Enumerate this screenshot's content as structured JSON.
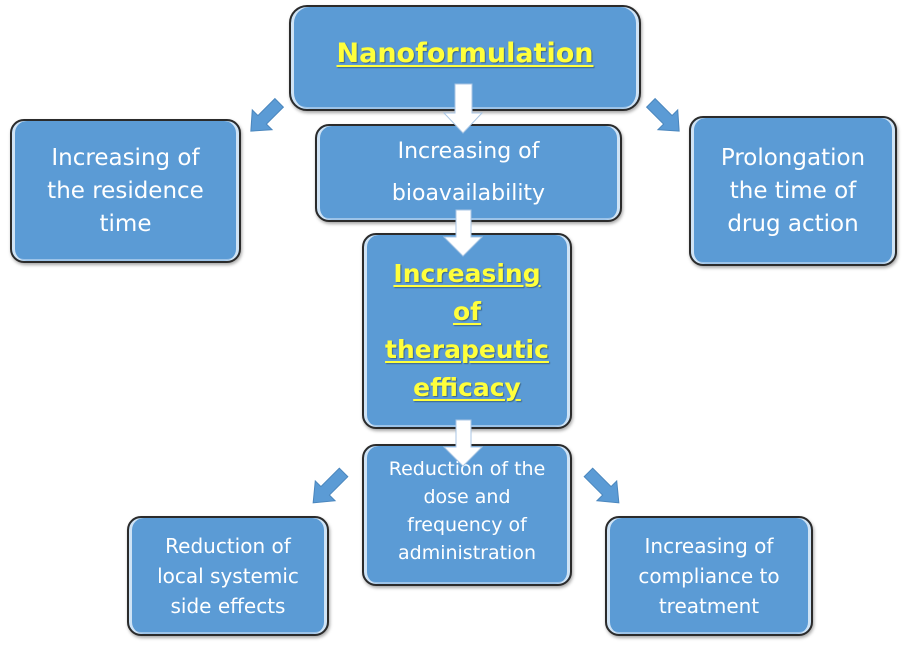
{
  "diagram": {
    "type": "flowchart",
    "colors": {
      "box_fill": "#5b9bd5",
      "box_border": "#2b2b2b",
      "box_text": "#ffffff",
      "highlight_text": "#ffff3c",
      "arrow_blue": "#5b9bd5",
      "arrow_white": "#ffffff"
    },
    "nodes": {
      "nanoformulation": {
        "label": "Nanoformulation",
        "highlighted": true
      },
      "bioavailability": {
        "label": "Increasing of\nbioavailability",
        "highlighted": false
      },
      "residence_time": {
        "label": "Increasing of\nthe residence\ntime",
        "highlighted": false
      },
      "prolongation": {
        "label": "Prolongation\nthe time of\ndrug action",
        "highlighted": false
      },
      "therapeutic_efficacy": {
        "label": "Increasing\nof\ntherapeutic\nefficacy",
        "highlighted": true
      },
      "dose_reduction": {
        "label": "Reduction of the\ndose and\nfrequency of\nadministration",
        "highlighted": false
      },
      "side_effects": {
        "label": "Reduction of\nlocal systemic\nside effects",
        "highlighted": false
      },
      "compliance": {
        "label": "Increasing of\ncompliance to\ntreatment",
        "highlighted": false
      }
    },
    "edges": [
      {
        "from": "nanoformulation",
        "to": "bioavailability",
        "style": "white-down"
      },
      {
        "from": "nanoformulation",
        "to": "residence_time",
        "style": "blue-diagonal"
      },
      {
        "from": "nanoformulation",
        "to": "prolongation",
        "style": "blue-diagonal"
      },
      {
        "from": "bioavailability",
        "to": "therapeutic_efficacy",
        "style": "white-down"
      },
      {
        "from": "therapeutic_efficacy",
        "to": "dose_reduction",
        "style": "white-down"
      },
      {
        "from": "dose_reduction",
        "to": "side_effects",
        "style": "blue-diagonal"
      },
      {
        "from": "dose_reduction",
        "to": "compliance",
        "style": "blue-diagonal"
      }
    ]
  }
}
